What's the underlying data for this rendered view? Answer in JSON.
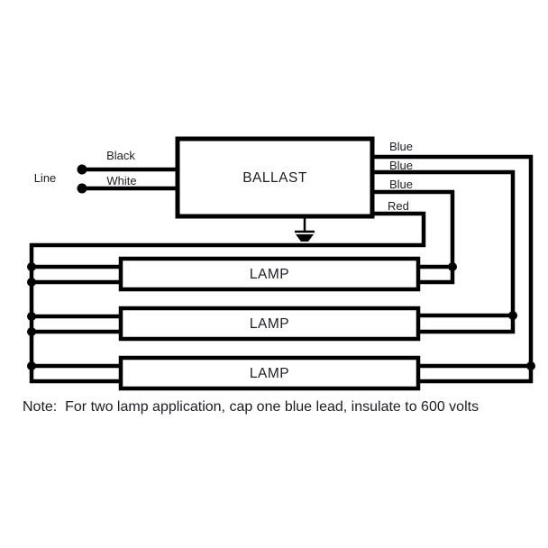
{
  "diagram": {
    "title_semantics": "three-lamp ballast wiring diagram",
    "ballast_label": "BALLAST",
    "line_label": "Line",
    "input_leads": [
      {
        "label": "Black"
      },
      {
        "label": "White"
      }
    ],
    "output_leads": [
      {
        "label": "Blue"
      },
      {
        "label": "Blue"
      },
      {
        "label": "Blue"
      },
      {
        "label": "Red"
      }
    ],
    "lamps": [
      {
        "label": "LAMP"
      },
      {
        "label": "LAMP"
      },
      {
        "label": "LAMP"
      }
    ],
    "note": "Note:  For two lamp application, cap one blue lead, insulate to 600 volts",
    "colors": {
      "background": "#ffffff",
      "wire": "#000000",
      "text": "#1d1d24"
    }
  }
}
